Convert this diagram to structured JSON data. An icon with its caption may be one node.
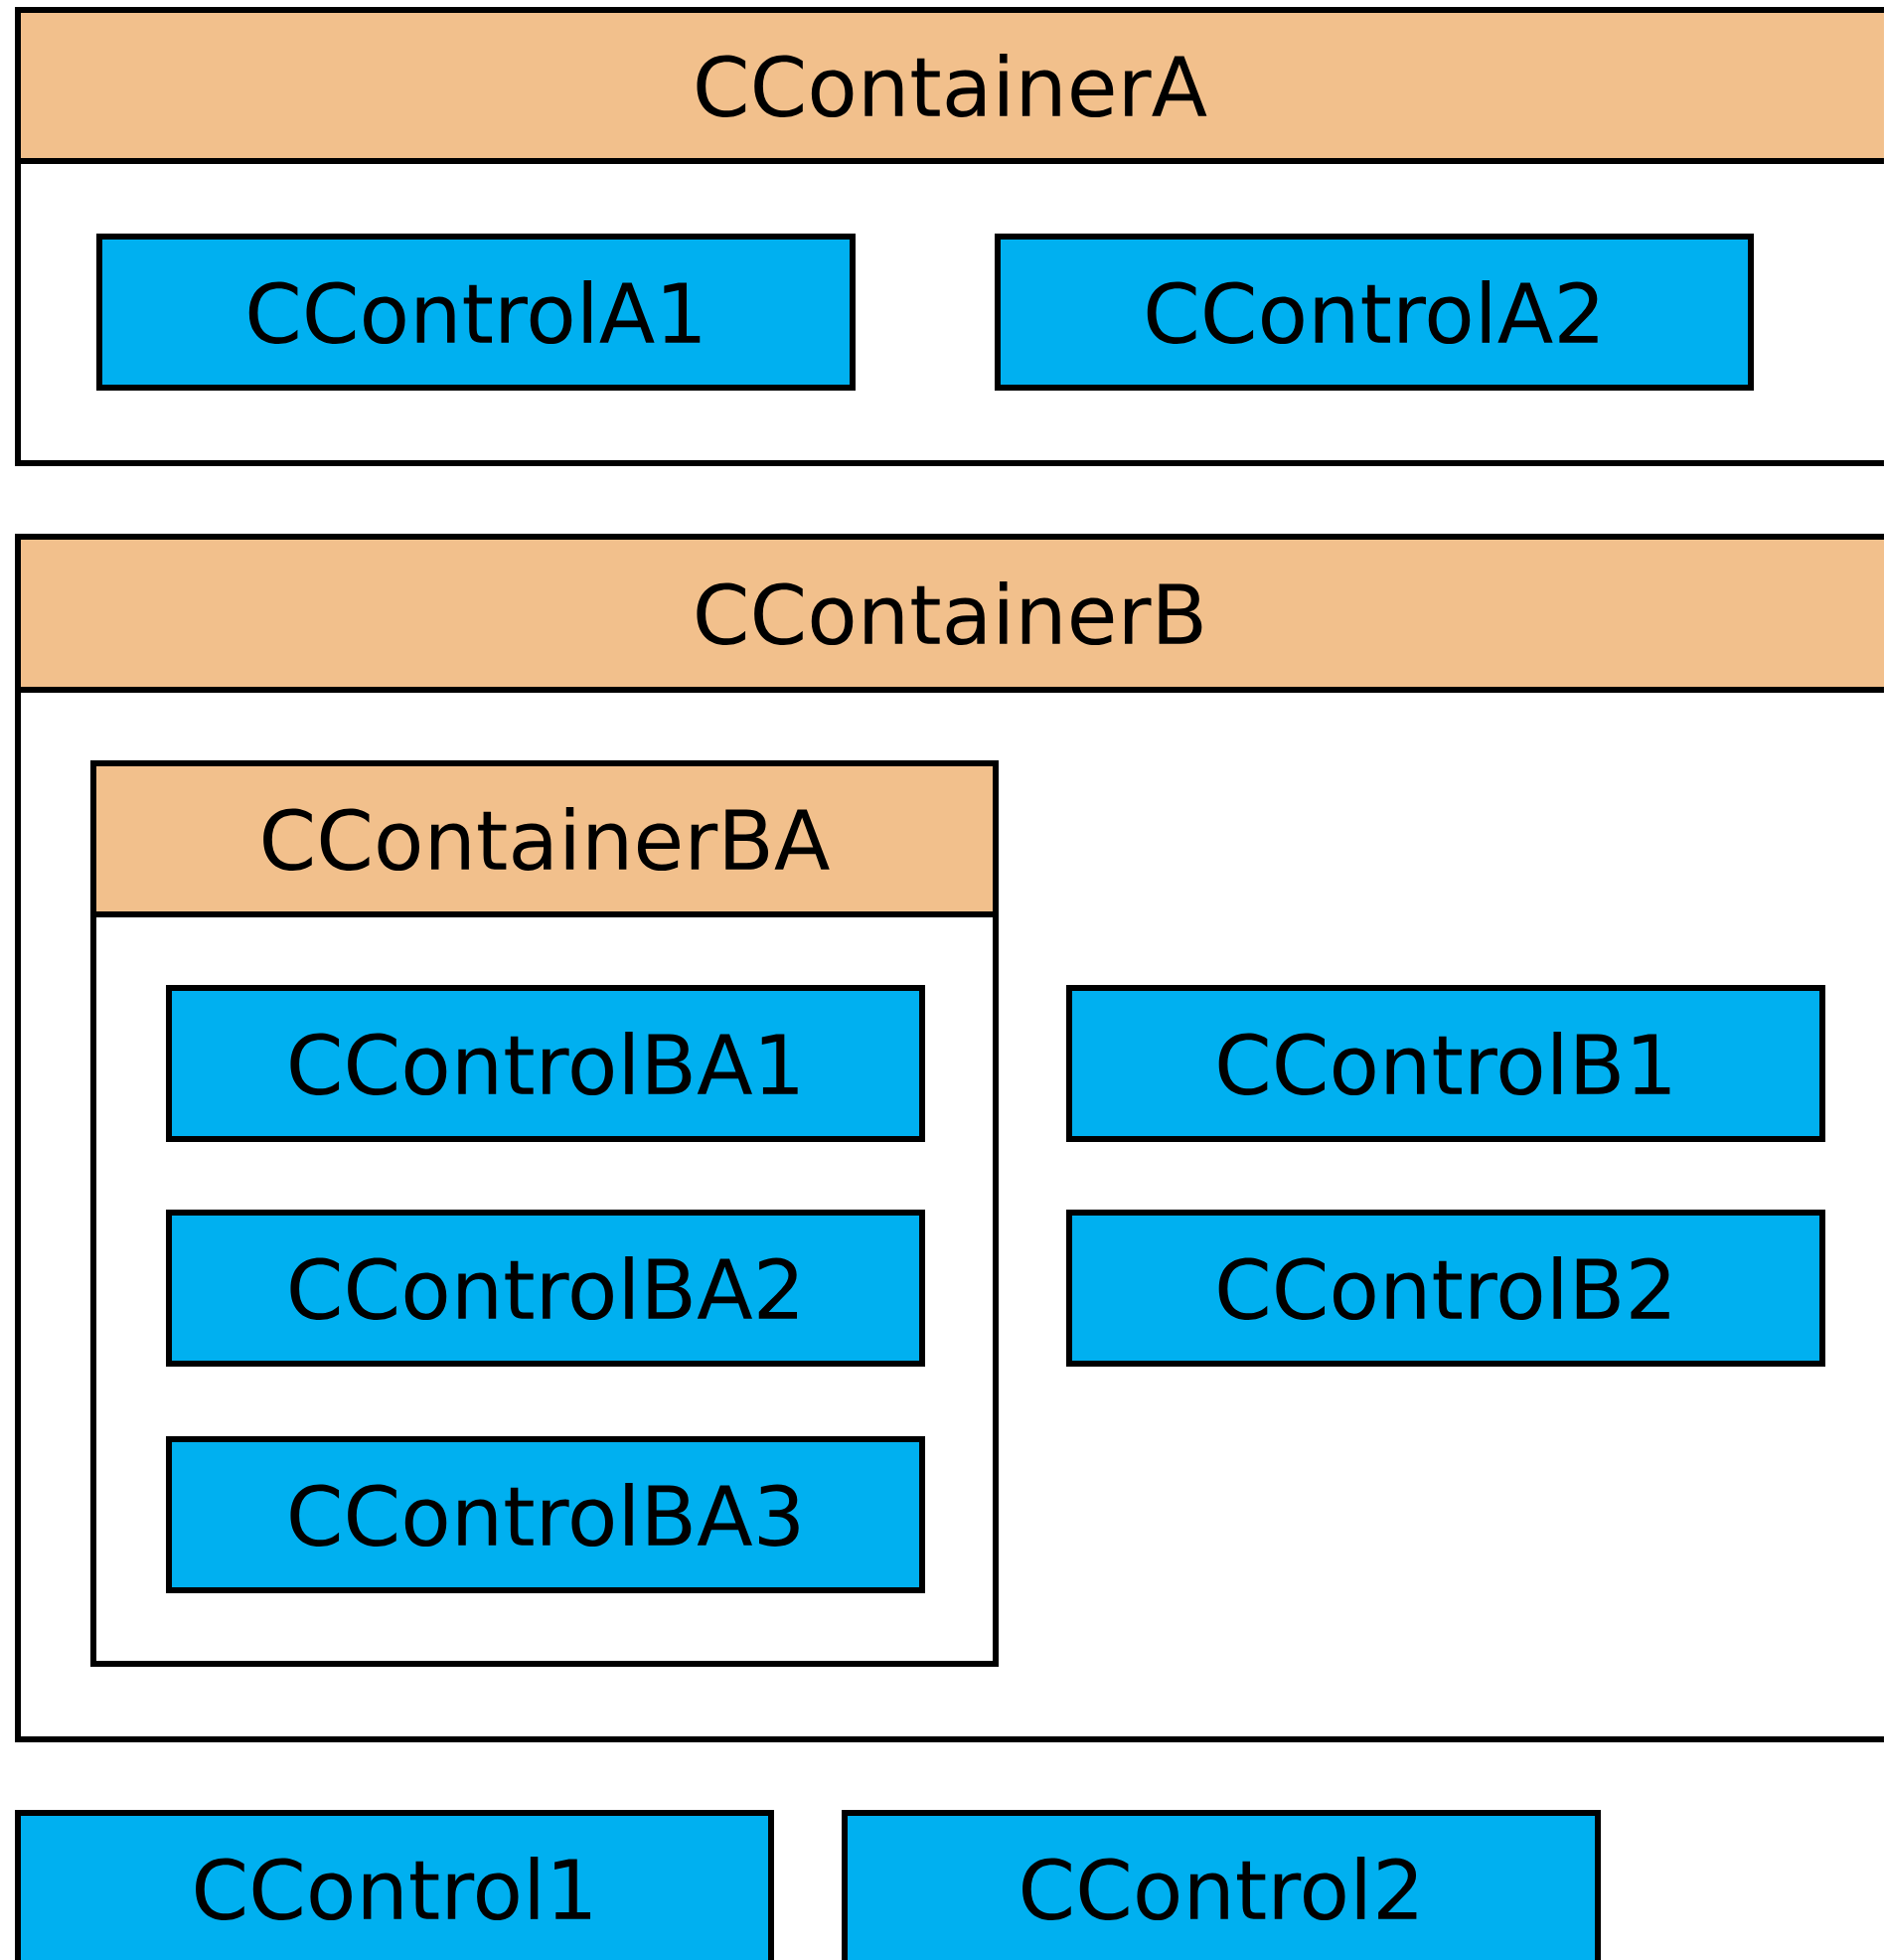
{
  "diagram": {
    "nodes": [
      {
        "text": [
          "CContainerA"
        ]
      },
      {
        "text": [
          "CControlA1"
        ],
        "in": 0
      },
      {
        "text": [
          "CControlA2"
        ],
        "in": 0
      },
      {
        "text": [
          "CContainerB"
        ]
      },
      {
        "text": [
          "CContainerBA"
        ],
        "in": 3
      },
      {
        "text": [
          "CControlBA1"
        ],
        "in": 4
      },
      {
        "text": [
          "CControlBA2"
        ],
        "in": 4
      },
      {
        "text": [
          "CControlBA3"
        ],
        "in": 4
      },
      {
        "text": [
          "CControlB1"
        ],
        "in": 3
      },
      {
        "text": [
          "CControlB2"
        ],
        "in": 3
      },
      {
        "text": [
          "CControl1"
        ]
      },
      {
        "text": [
          "CControl2"
        ]
      }
    ]
  }
}
